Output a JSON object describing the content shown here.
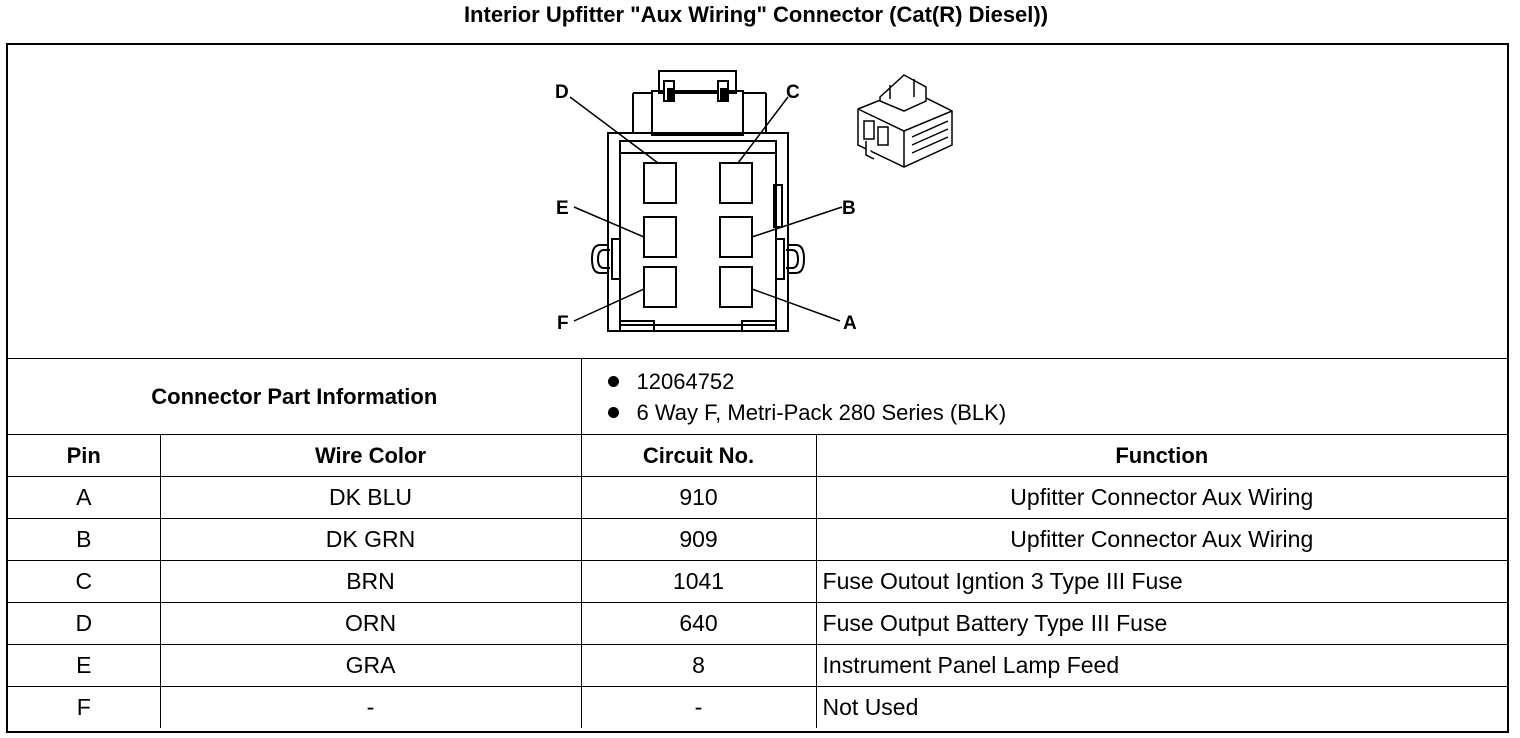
{
  "title": "Interior Upfitter \"Aux Wiring\" Connector (Cat(R) Diesel))",
  "diagram": {
    "pin_labels": [
      "A",
      "B",
      "C",
      "D",
      "E",
      "F"
    ]
  },
  "connector_info": {
    "label": "Connector Part Information",
    "items": [
      "12064752",
      "6 Way F, Metri-Pack 280 Series (BLK)"
    ]
  },
  "table": {
    "headers": {
      "pin": "Pin",
      "wire_color": "Wire Color",
      "circuit": "Circuit No.",
      "function": "Function"
    },
    "rows": [
      {
        "pin": "A",
        "wire_color": "DK BLU",
        "circuit": "910",
        "function": "Upfitter Connector Aux Wiring",
        "align": "center"
      },
      {
        "pin": "B",
        "wire_color": "DK GRN",
        "circuit": "909",
        "function": "Upfitter Connector Aux Wiring",
        "align": "center"
      },
      {
        "pin": "C",
        "wire_color": "BRN",
        "circuit": "1041",
        "function": "Fuse Outout Igntion 3 Type III Fuse",
        "align": "left"
      },
      {
        "pin": "D",
        "wire_color": "ORN",
        "circuit": "640",
        "function": "Fuse Output Battery Type III Fuse",
        "align": "left"
      },
      {
        "pin": "E",
        "wire_color": "GRA",
        "circuit": "8",
        "function": "Instrument Panel Lamp Feed",
        "align": "left"
      },
      {
        "pin": "F",
        "wire_color": "-",
        "circuit": "-",
        "function": "Not Used",
        "align": "left"
      }
    ]
  }
}
